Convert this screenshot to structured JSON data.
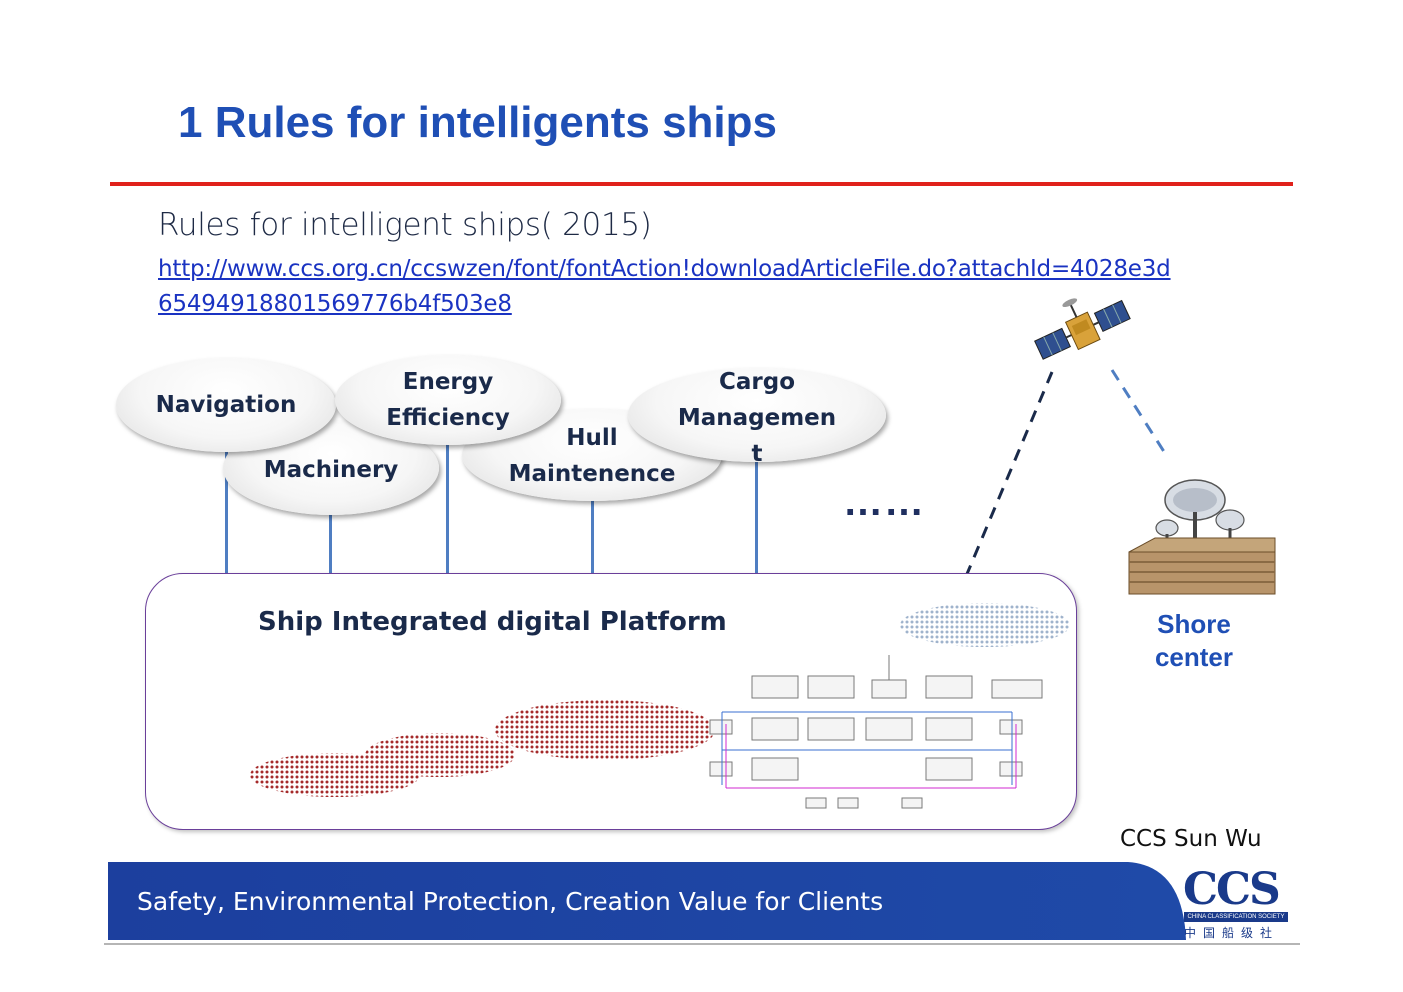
{
  "slide": {
    "title": "1 Rules for intelligents ships",
    "subtitle": "Rules for intelligent ships( 2015)",
    "link_line1": "http://www.ccs.org.cn/ccswzen/font/fontAction!downloadArticleFile.do?attachId=4028e3d",
    "link_line2": "6549491880156977​6b4f503e8",
    "author": "CCS Sun Wu"
  },
  "diagram": {
    "modules": [
      "Navigation",
      "Machinery",
      "Energy Efficiency",
      "Hull Maintenence",
      "Cargo Managemen t"
    ],
    "ellipsis": "……",
    "platform_label": "Ship Integrated digital Platform",
    "shore_label": "Shore center"
  },
  "footer": {
    "tagline": "Safety, Environmental Protection, Creation Value for Clients"
  },
  "logo": {
    "text": "CCS",
    "subtitle": "CHINA CLASSIFICATION SOCIETY",
    "chinese": "中国船级社"
  },
  "colors": {
    "title": "#1f4fb5",
    "rule": "#e0211b",
    "link": "#1a33c2",
    "connector": "#4f7ec2",
    "footer_bar": "#1c3f9e"
  }
}
